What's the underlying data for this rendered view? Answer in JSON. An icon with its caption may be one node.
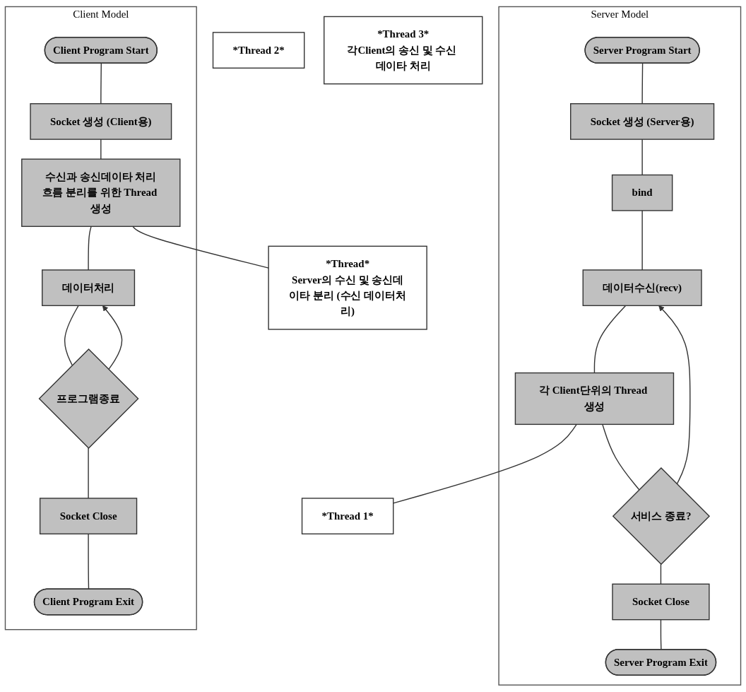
{
  "diagram": {
    "nodes": [
      {
        "text": [
          "Server Model"
        ]
      },
      {
        "text": [
          "Server Program Start"
        ],
        "in": 0
      },
      {
        "text": [
          "Socket 생성 (Server용)"
        ],
        "in": 0
      },
      {
        "text": [
          "bind"
        ],
        "in": 0
      },
      {
        "text": [
          "데이터수신(recv)"
        ],
        "in": 0
      },
      {
        "text": [
          "각 Client단위의 Thread 생성"
        ],
        "in": 0
      },
      {
        "text": [
          "서비스 종료?"
        ],
        "in": 0
      },
      {
        "text": [
          "Socket Close"
        ],
        "in": 0
      },
      {
        "text": [
          "Server Program Exit"
        ],
        "in": 0
      },
      {
        "text": [
          "Client Model"
        ]
      },
      {
        "text": [
          "Client Program Start"
        ],
        "in": 9
      },
      {
        "text": [
          "Socket 생성 (Client용)"
        ],
        "in": 9
      },
      {
        "text": [
          "수신과 송신데이타 처리흐름 분리를 위한 Thread 생성"
        ],
        "in": 9
      },
      {
        "text": [
          "데이터처리"
        ],
        "in": 9
      },
      {
        "text": [
          "프로그램종료"
        ],
        "in": 9
      },
      {
        "text": [
          "Socket Close"
        ],
        "in": 9
      },
      {
        "text": [
          "Client Program Exit"
        ],
        "in": 9
      },
      {
        "text": [
          "*Thread 1*"
        ]
      },
      {
        "text": [
          "*Thread 2*"
        ]
      },
      {
        "text": [
          "*Thread 3*",
          "각Client의 송신 및 수신 데이타 처리"
        ]
      },
      {
        "text": [
          "*Thread*",
          "Server의 수신 및 송신데이타 분리 (수신 데이터처리)"
        ]
      }
    ],
    "edges": [
      {
        "from": 1,
        "to": 2,
        "arrow": "none"
      },
      {
        "from": 2,
        "to": 3,
        "arrow": "none"
      },
      {
        "from": 3,
        "to": 4,
        "arrow": "none"
      },
      {
        "from": 4,
        "to": 5,
        "arrow": "none"
      },
      {
        "from": 5,
        "to": 6,
        "arrow": "none"
      },
      {
        "from": 6,
        "to": 4,
        "arrow": "to"
      },
      {
        "from": 6,
        "to": 7,
        "arrow": "none"
      },
      {
        "from": 7,
        "to": 8,
        "arrow": "none"
      },
      {
        "from": 5,
        "to": 17,
        "arrow": "none"
      },
      {
        "from": 10,
        "to": 11,
        "arrow": "none"
      },
      {
        "from": 11,
        "to": 12,
        "arrow": "none"
      },
      {
        "from": 12,
        "to": 13,
        "arrow": "none"
      },
      {
        "from": 14,
        "to": 13,
        "arrow": "to"
      },
      {
        "from": 13,
        "to": 14,
        "arrow": "none"
      },
      {
        "from": 14,
        "to": 15,
        "arrow": "none"
      },
      {
        "from": 15,
        "to": 16,
        "arrow": "none"
      },
      {
        "from": 12,
        "to": 20,
        "arrow": "none"
      }
    ]
  }
}
